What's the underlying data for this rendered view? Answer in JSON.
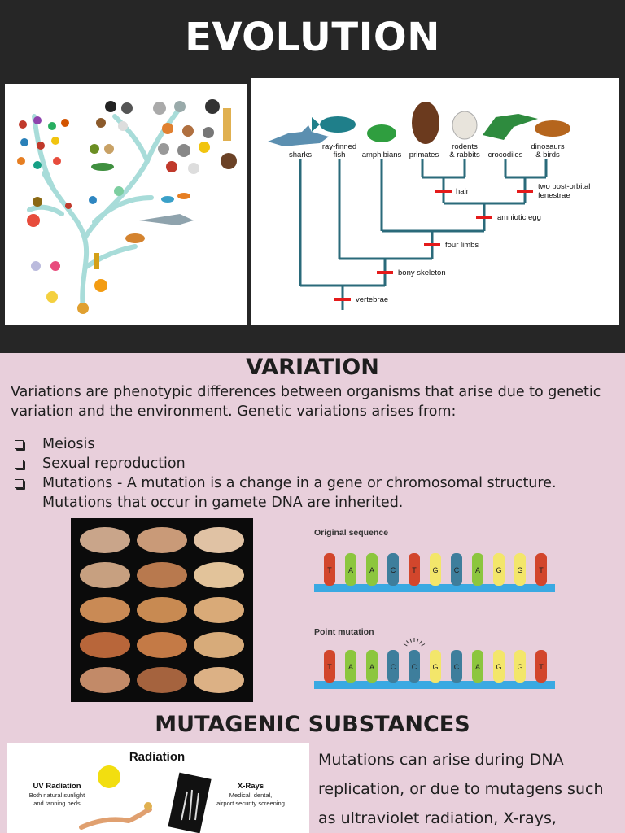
{
  "title": "EVOLUTION",
  "cladogram": {
    "taxa": [
      "sharks",
      "ray-finned\nfish",
      "amphibians",
      "primates",
      "rodents\n& rabbits",
      "crocodiles",
      "dinosaurs\n& birds"
    ],
    "traits": [
      "vertebrae",
      "bony skeleton",
      "four limbs",
      "amniotic egg",
      "hair",
      "two post-orbital\nfenestrae"
    ],
    "line_color": "#2a6a7a",
    "marker_color": "#e41b1b"
  },
  "variation": {
    "heading": "VARIATION",
    "paragraph": "Variations are phenotypic differences between organisms that arise due to genetic variation and the environment. Genetic variations arises from:",
    "items": [
      "Meiosis",
      "Sexual reproduction",
      "Mutations - A mutation is a change in a gene or chromosomal structure. Mutations that occur in gamete DNA are inherited."
    ]
  },
  "dna": {
    "original_label": "Original sequence",
    "mutation_label": "Point mutation",
    "original_bases": [
      "T",
      "A",
      "A",
      "C",
      "T",
      "G",
      "C",
      "A",
      "G",
      "G",
      "T"
    ],
    "mutated_bases": [
      "T",
      "A",
      "A",
      "C",
      "C",
      "G",
      "C",
      "A",
      "G",
      "G",
      "T"
    ],
    "mutated_index": 4,
    "colors": {
      "T": "#d2462c",
      "A": "#8cc63e",
      "C": "#3e7e9c",
      "G": "#f3e66a"
    },
    "strand_color": "#3aa9e2"
  },
  "mutagenic": {
    "heading": "MUTAGENIC SUBSTANCES",
    "paragraph": "Mutations can arise during DNA replication, or due to mutagens such as ultraviolet radiation, X-rays,"
  },
  "radiation": {
    "title": "Radiation",
    "uv_title": "UV Radiation",
    "uv_sub": "Both natural sunlight\nand tanning beds",
    "xray_title": "X-Rays",
    "xray_sub": "Medical, dental,\nairport security screening"
  }
}
